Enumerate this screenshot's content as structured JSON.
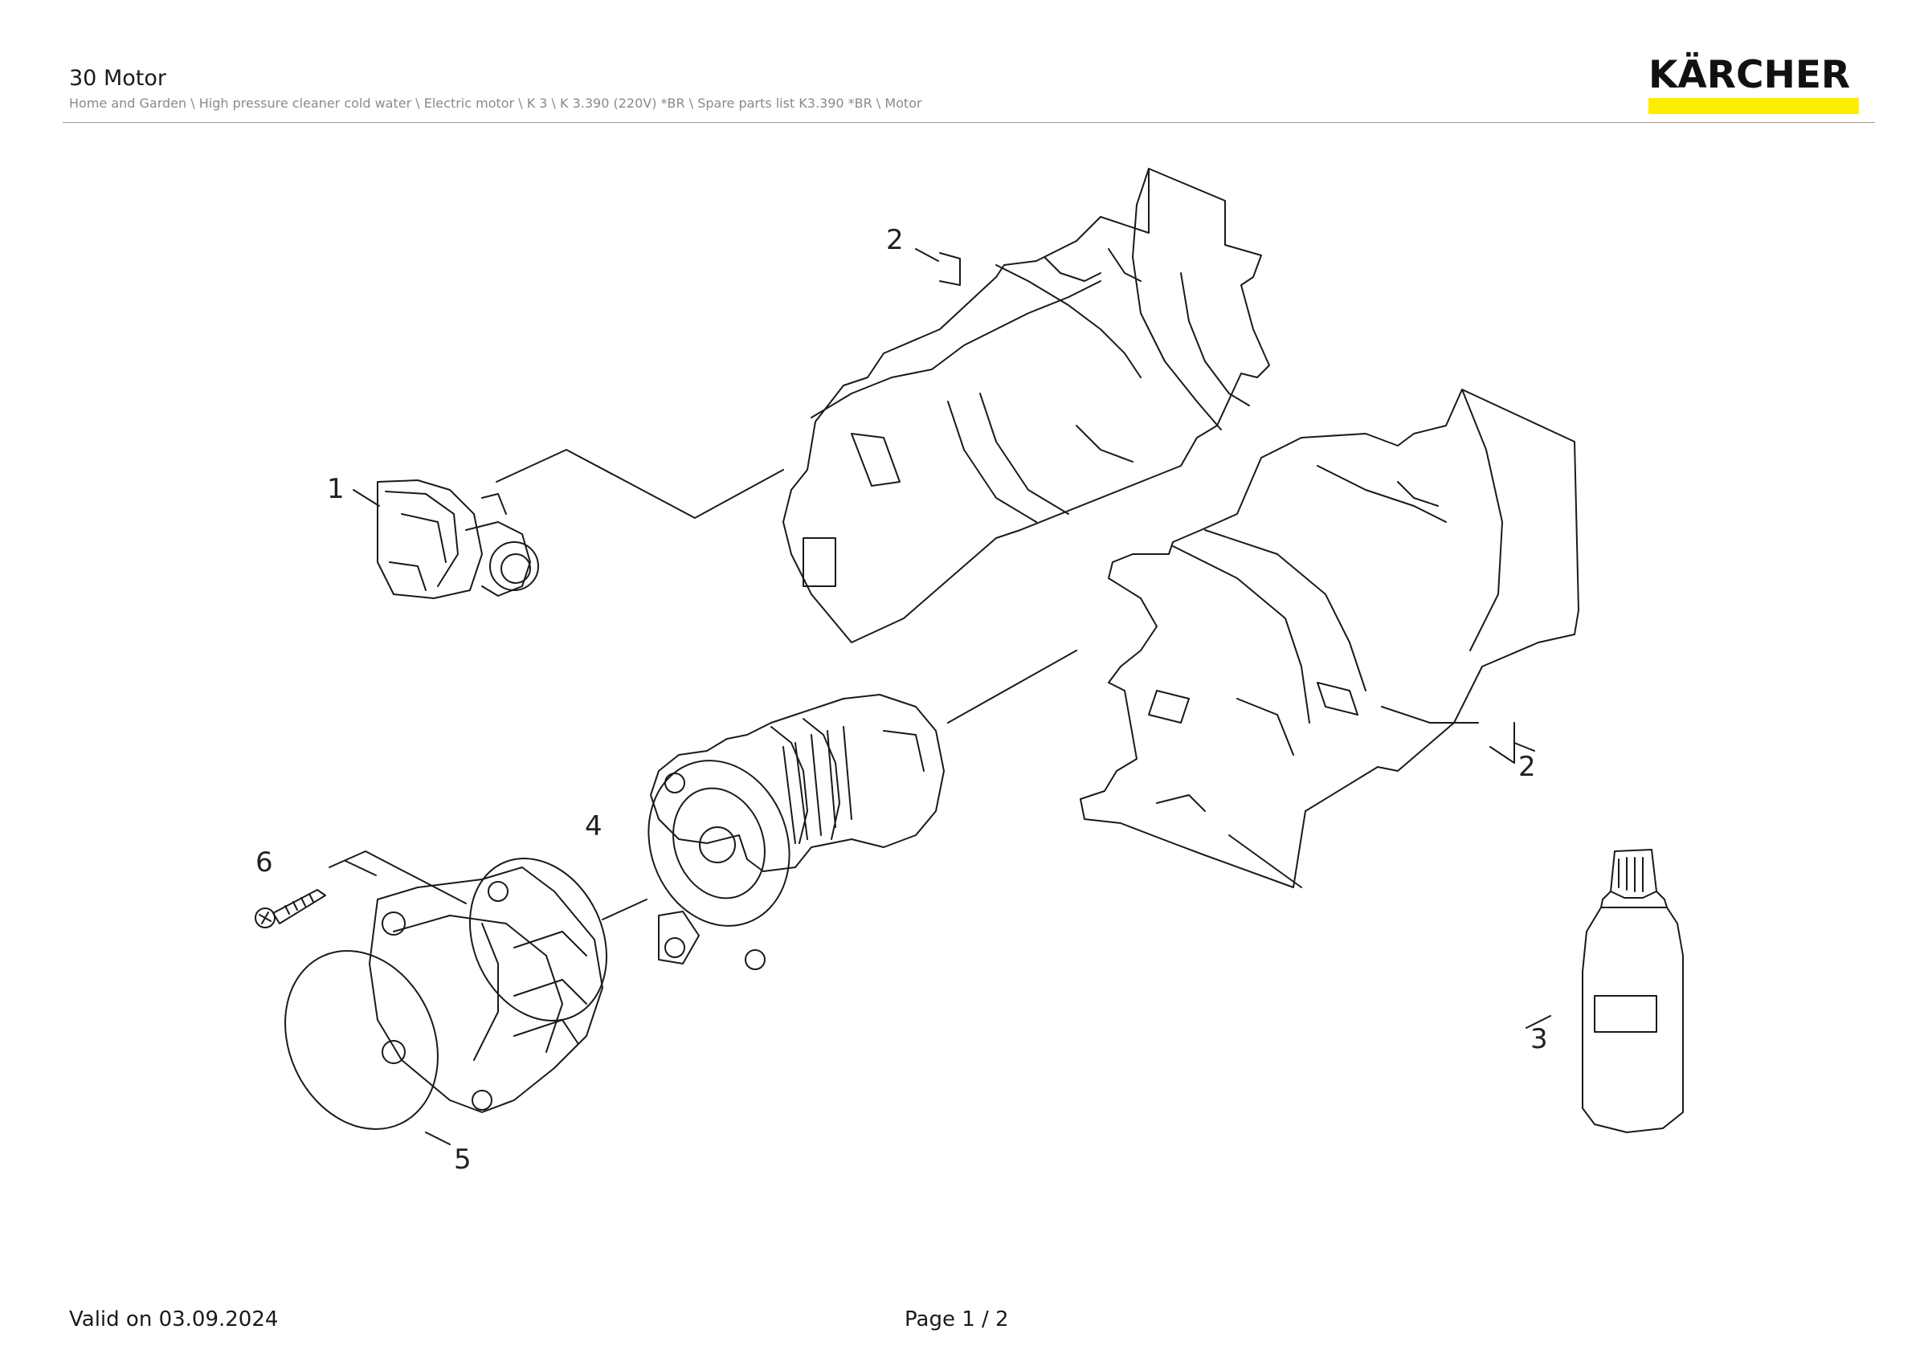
{
  "header": {
    "title": "30 Motor",
    "breadcrumb": "Home and Garden \\ High pressure cleaner cold water \\ Electric motor \\ K 3 \\ K 3.390 (220V) *BR \\ Spare parts list K3.390 *BR \\ Motor",
    "logo_text": "KÄRCHER",
    "logo_accent_color": "#ffed00"
  },
  "diagram": {
    "callouts": [
      "1",
      "2",
      "2",
      "3",
      "4",
      "5",
      "6"
    ]
  },
  "footer": {
    "valid_on": "Valid on 03.09.2024",
    "page": "Page 1 / 2"
  }
}
